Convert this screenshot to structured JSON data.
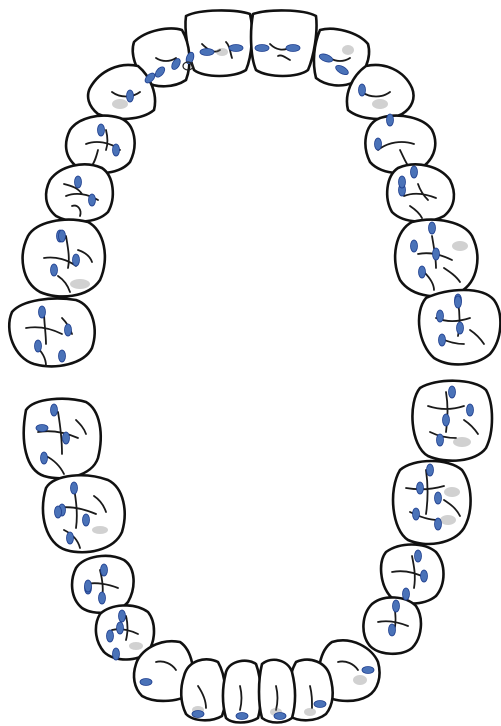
{
  "diagram": {
    "type": "occlusal-dental-chart",
    "arches": [
      "upper",
      "lower"
    ],
    "teeth_per_arch": 14
  },
  "colors": {
    "contact_mark": "#4a72b8",
    "tooth_outline": "#111111",
    "background": "#ffffff"
  },
  "contact_marks": {
    "filled": 78,
    "open": 1
  }
}
